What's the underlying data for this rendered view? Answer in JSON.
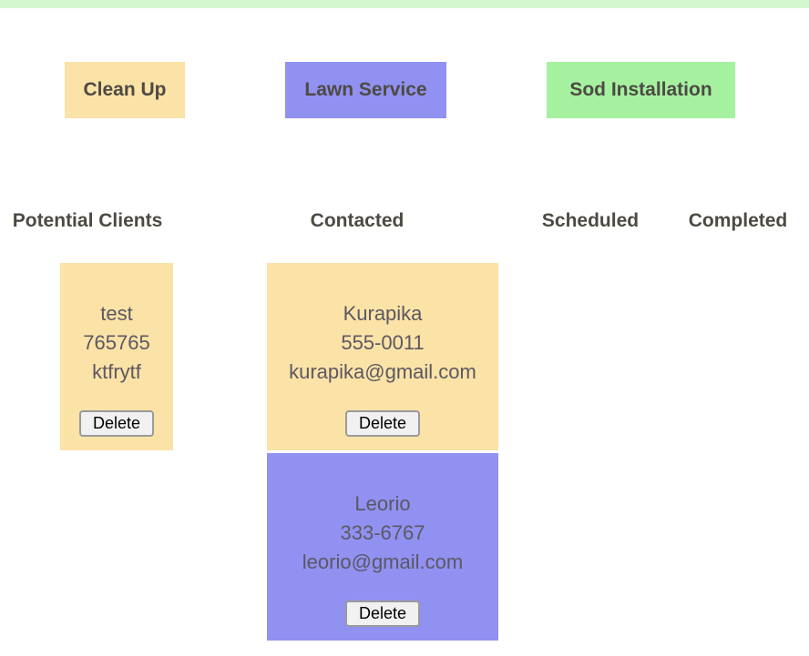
{
  "ui": {
    "delete_label": "Delete"
  },
  "colors": {
    "top_bar": "#d5f6cf",
    "clean_up": "#fbe2a7",
    "lawn_service": "#9191f2",
    "sod_installation": "#a5f1a0"
  },
  "service_buttons": [
    {
      "label": "Clean Up"
    },
    {
      "label": "Lawn Service"
    },
    {
      "label": "Sod Installation"
    }
  ],
  "board": {
    "columns": [
      {
        "label": "Potential Clients",
        "cards": [
          {
            "name": "test",
            "phone": "765765",
            "email": "ktfrytf",
            "color": "#fbe2a7"
          }
        ]
      },
      {
        "label": "Contacted",
        "cards": [
          {
            "name": "Kurapika",
            "phone": "555-0011",
            "email": "kurapika@gmail.com",
            "color": "#fbe2a7"
          },
          {
            "name": "Leorio",
            "phone": "333-6767",
            "email": "leorio@gmail.com",
            "color": "#9191f2"
          }
        ]
      },
      {
        "label": "Scheduled",
        "cards": []
      },
      {
        "label": "Completed",
        "cards": []
      }
    ]
  }
}
